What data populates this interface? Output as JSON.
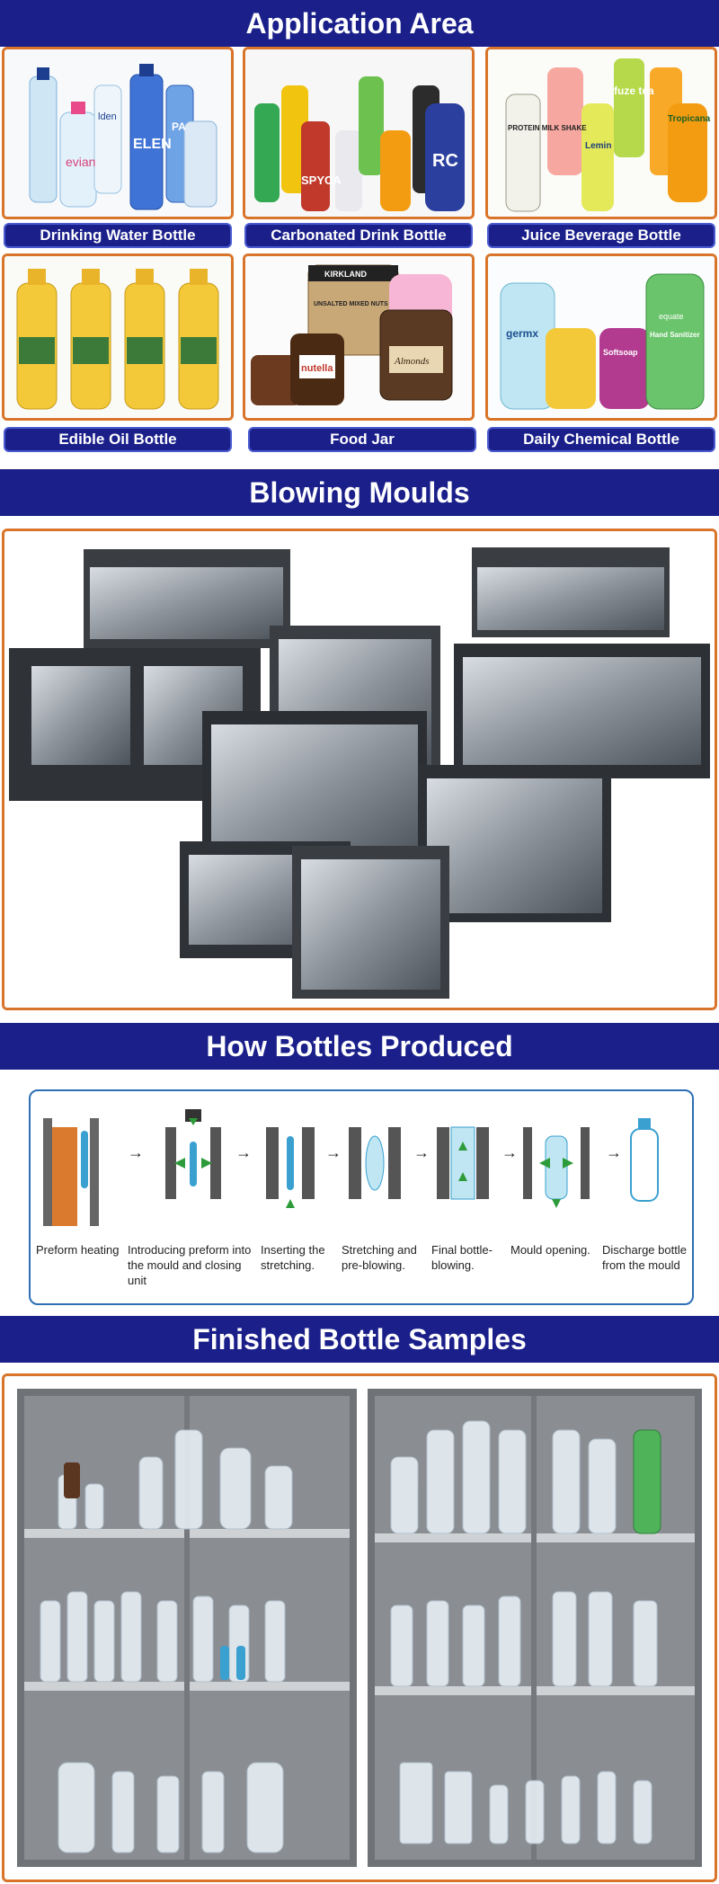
{
  "sections": {
    "application": "Application Area",
    "moulds": "Blowing Moulds",
    "process": "How Bottles Produced",
    "samples": "Finished Bottle Samples"
  },
  "applications": [
    {
      "label": "Drinking Water Bottle",
      "brands": [
        "evian",
        "ELEN",
        "PA",
        "lden"
      ]
    },
    {
      "label": "Carbonated Drink Bottle",
      "brands": [
        "SPYCA",
        "RC"
      ]
    },
    {
      "label": "Juice Beverage Bottle",
      "brands": [
        "PROTEIN MILK SHAKE",
        "fuze tea",
        "Tropicana",
        "Lemin"
      ]
    },
    {
      "label": "Edible Oil Bottle",
      "brands": []
    },
    {
      "label": "Food Jar",
      "brands": [
        "KIRKLAND",
        "UNSALTED MIXED NUTS",
        "nutella",
        "Almonds"
      ]
    },
    {
      "label": "Daily Chemical Bottle",
      "brands": [
        "germx",
        "Softsoap",
        "Hand Sanitizer",
        "equate"
      ]
    }
  ],
  "process_steps": [
    "Preform heating",
    "Introducing preform into the mould and closing unit",
    "Inserting the stretching.",
    "Stretching and pre-blowing.",
    "Final bottle-blowing.",
    "Mould opening.",
    "Discharge bottle from the mould"
  ],
  "colors": {
    "banner": "#1a1f8a",
    "frame": "#d9752a",
    "arrow_green": "#2e9b3a",
    "preform_blue": "#3aa0d0"
  }
}
